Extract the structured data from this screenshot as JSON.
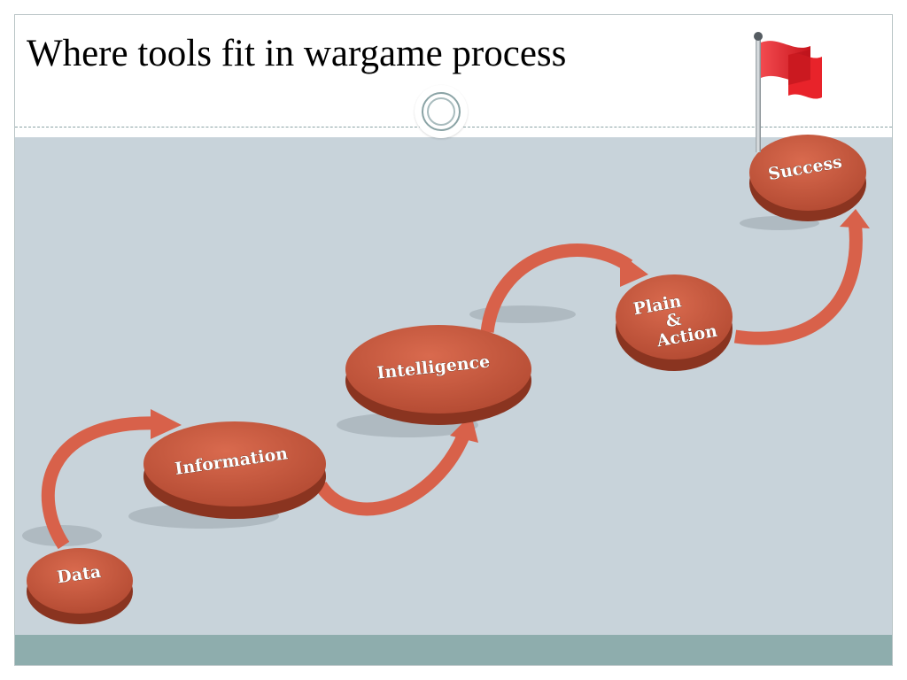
{
  "slide": {
    "title": "Where tools fit in wargame process"
  },
  "flow": {
    "steps": [
      {
        "id": "data",
        "label": "Data"
      },
      {
        "id": "information",
        "label": "Information"
      },
      {
        "id": "intelligence",
        "label": "Intelligence"
      },
      {
        "id": "plain",
        "label_lines": [
          "Plain",
          "&",
          "Action"
        ]
      },
      {
        "id": "success",
        "label": "Success"
      }
    ],
    "disc_color": "#c4553c",
    "disc_side_color": "#8a3420",
    "arrow_color": "#d8614a",
    "flag_color": "#e8232a",
    "flag_icon": "red-flag-icon"
  }
}
